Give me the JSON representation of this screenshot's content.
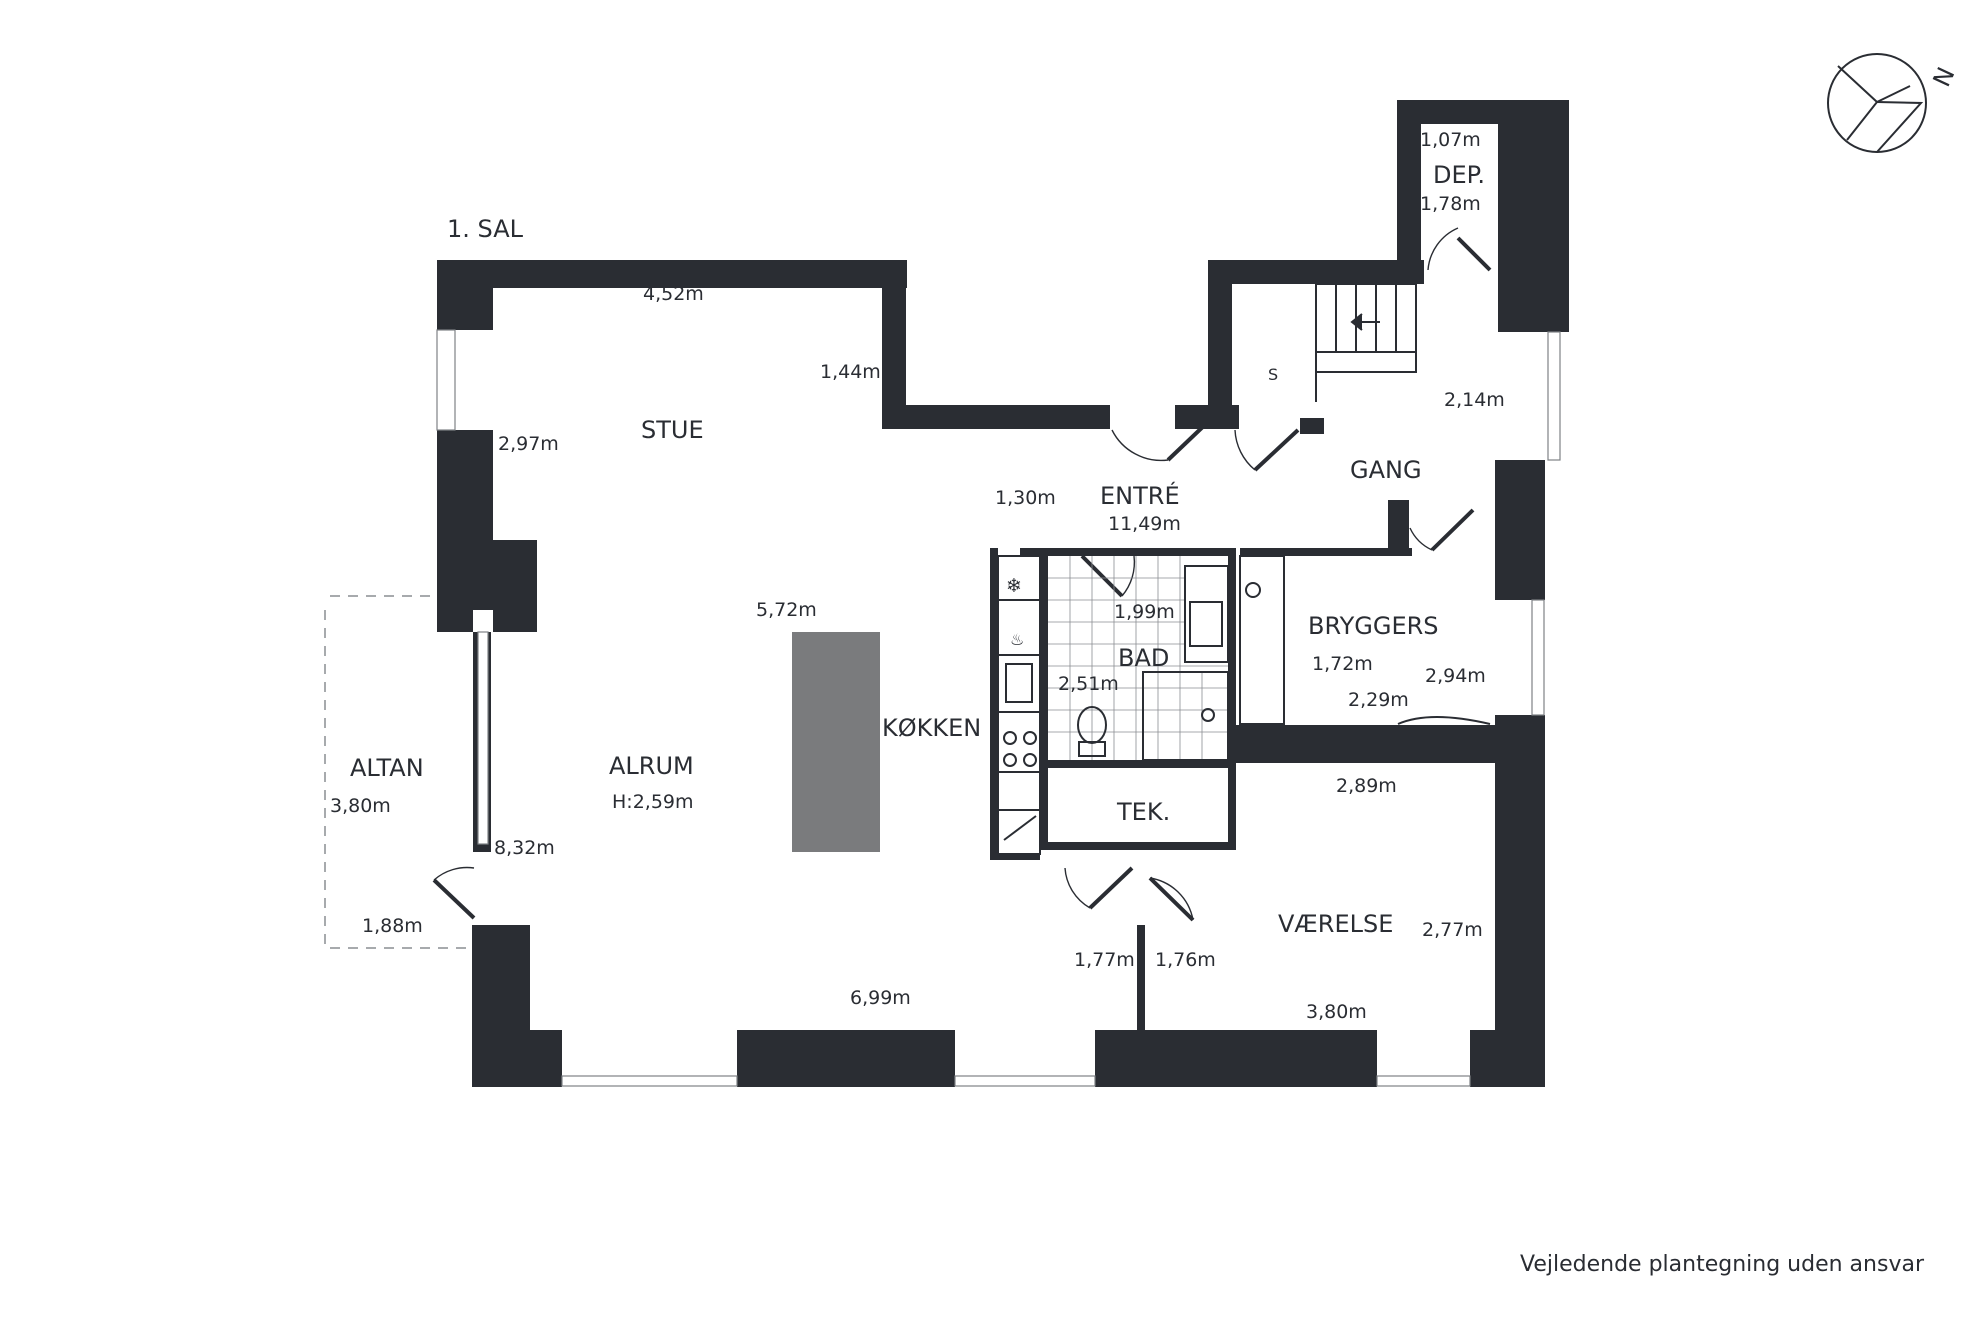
{
  "floor_label": "1. SAL",
  "compass_label": "N",
  "disclaimer": "Vejledende plantegning uden ansvar",
  "rooms": {
    "stue": "STUE",
    "alrum": "ALRUM",
    "alrum_height": "H:2,59m",
    "altan": "ALTAN",
    "koekken": "KØKKEN",
    "entre": "ENTRÉ",
    "entre_area": "11,49m",
    "gang": "GANG",
    "dep": "DEP.",
    "bad": "BAD",
    "bryggers": "BRYGGERS",
    "tek": "TEK.",
    "vaerelse": "VÆRELSE",
    "stair_mark": "S"
  },
  "dimensions": {
    "stue_top": "4,52m",
    "stue_right": "1,44m",
    "stue_left": "2,97m",
    "entre_left": "1,30m",
    "alrum_island": "5,72m",
    "altan_depth": "3,80m",
    "altan_width": "1,88m",
    "alrum_left": "8,32m",
    "bottom_living": "6,99m",
    "dep_width": "1,07m",
    "dep_depth": "1,78m",
    "gang_right": "2,14m",
    "bad_top": "1,99m",
    "bad_left": "2,51m",
    "bryggers_left": "1,72m",
    "bryggers_right": "2,94m",
    "bryggers_bottom": "2,29m",
    "vaerelse_top": "2,89m",
    "vaerelse_right": "2,77m",
    "vaerelse_bottom": "3,80m",
    "hall_left": "1,77m",
    "hall_right": "1,76m"
  }
}
